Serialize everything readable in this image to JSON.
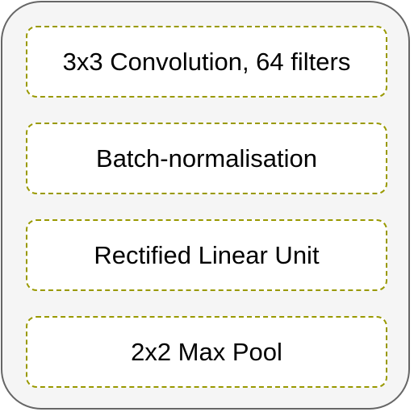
{
  "layers": [
    {
      "label": "3x3 Convolution, 64 filters"
    },
    {
      "label": "Batch-normalisation"
    },
    {
      "label": "Rectified Linear Unit"
    },
    {
      "label": "2x2 Max Pool"
    }
  ],
  "colors": {
    "outer_border": "#666666",
    "outer_fill": "#f5f5f5",
    "layer_border": "#999900",
    "layer_fill": "#ffffff",
    "text": "#000000"
  }
}
